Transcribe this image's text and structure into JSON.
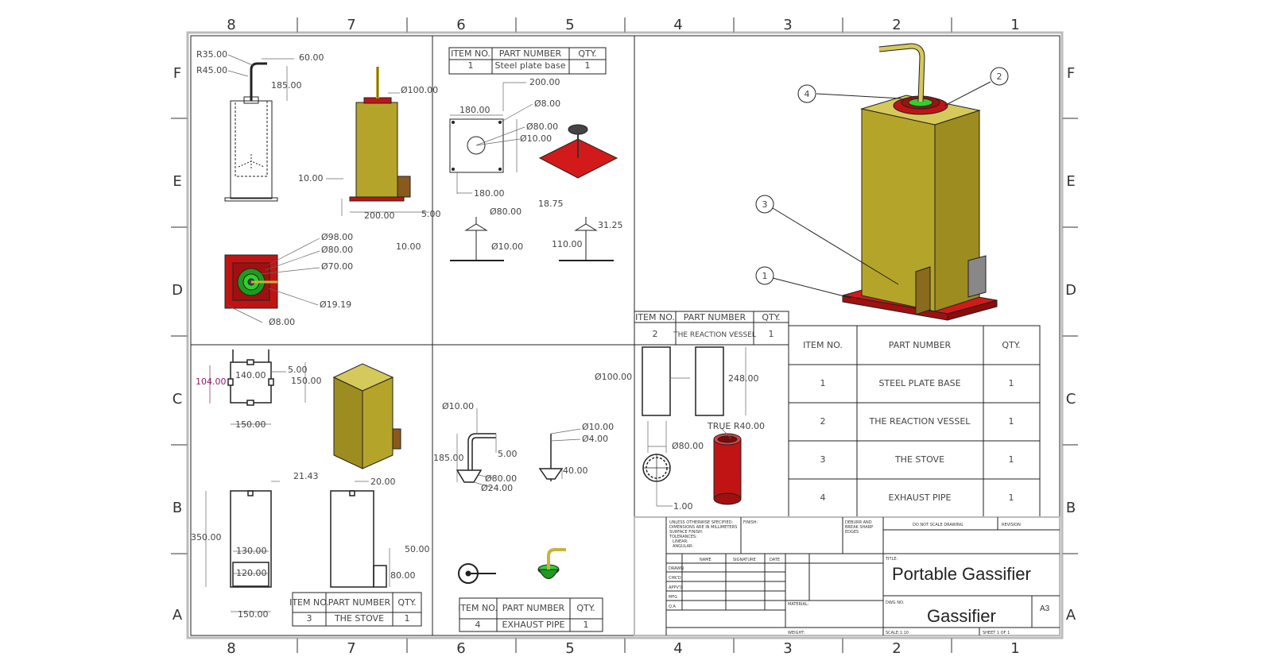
{
  "zones": {
    "columns": [
      "8",
      "7",
      "6",
      "5",
      "4",
      "3",
      "2",
      "1"
    ],
    "rows": [
      "F",
      "E",
      "D",
      "C",
      "B",
      "A"
    ]
  },
  "view1": {
    "dims": [
      "R35.00",
      "R45.00",
      "60.00",
      "185.00",
      "Ø100.00",
      "10.00",
      "200.00",
      "Ø98.00",
      "Ø80.00",
      "Ø70.00",
      "Ø19.19",
      "Ø8.00"
    ]
  },
  "view_plate": {
    "table": {
      "headers": [
        "ITEM NO.",
        "PART NUMBER",
        "QTY."
      ],
      "row": [
        "1",
        "Steel plate base",
        "1"
      ]
    },
    "dims": [
      "200.00",
      "180.00",
      "Ø8.00",
      "Ø80.00",
      "Ø10.00",
      "180.00",
      "5.00",
      "Ø80.00",
      "18.75",
      "31.25",
      "10.00",
      "Ø10.00",
      "110.00"
    ]
  },
  "view_stove": {
    "dims": [
      "104.00",
      "140.00",
      "5.00",
      "150.00",
      "150.00",
      "21.43",
      "20.00",
      "350.00",
      "130.00",
      "120.00",
      "50.00",
      "80.00",
      "150.00"
    ],
    "table": {
      "headers": [
        "ITEM NO.",
        "PART NUMBER",
        "QTY."
      ],
      "row": [
        "3",
        "THE STOVE",
        "1"
      ]
    }
  },
  "view_pipe": {
    "dims": [
      "Ø10.00",
      "Ø10.00",
      "Ø4.00",
      "185.00",
      "5.00",
      "Ø80.00",
      "Ø24.00",
      "40.00"
    ],
    "table": {
      "headers": [
        "ITEM NO.",
        "PART NUMBER",
        "QTY."
      ],
      "row": [
        "4",
        "EXHAUST PIPE",
        "1"
      ]
    }
  },
  "view_vessel": {
    "table": {
      "headers": [
        "ITEM NO.",
        "PART NUMBER",
        "QTY."
      ],
      "row": [
        "2",
        "THE REACTION VESSEL",
        "1"
      ]
    },
    "dims": [
      "Ø100.00",
      "248.00",
      "TRUE R40.00",
      "Ø80.00",
      "1.00"
    ]
  },
  "assembly": {
    "balloons": [
      "4",
      "2",
      "3",
      "1"
    ]
  },
  "bom": {
    "headers": [
      "ITEM NO.",
      "PART NUMBER",
      "QTY."
    ],
    "rows": [
      [
        "1",
        "STEEL PLATE BASE",
        "1"
      ],
      [
        "2",
        "THE REACTION VESSEL",
        "1"
      ],
      [
        "3",
        "THE STOVE",
        "1"
      ],
      [
        "4",
        "EXHAUST PIPE",
        "1"
      ]
    ]
  },
  "title_block": {
    "notes": [
      "UNLESS OTHERWISE SPECIFIED:",
      "DIMENSIONS ARE IN MILLIMETERS",
      "SURFACE FINISH:",
      "TOLERANCES:",
      "LINEAR:",
      "ANGULAR:"
    ],
    "finish": "FINISH:",
    "deburr": [
      "DEBURR AND",
      "BREAK SHARP",
      "EDGES"
    ],
    "no_scale": "DO NOT SCALE DRAWING",
    "revision": "REVISION",
    "col_heads": [
      "NAME",
      "SIGNATURE",
      "DATE"
    ],
    "roles": [
      "DRAWN",
      "CHK'D",
      "APPV'D",
      "MFG",
      "Q.A"
    ],
    "title_label": "TITLE:",
    "title": "Portable Gassifier",
    "material": "MATERIAL:",
    "dwg_label": "DWG NO.",
    "dwg_no": "Gassifier",
    "size": "A3",
    "weight": "WEIGHT:",
    "scale": "SCALE:1:10",
    "sheet": "SHEET 1 OF 1"
  }
}
